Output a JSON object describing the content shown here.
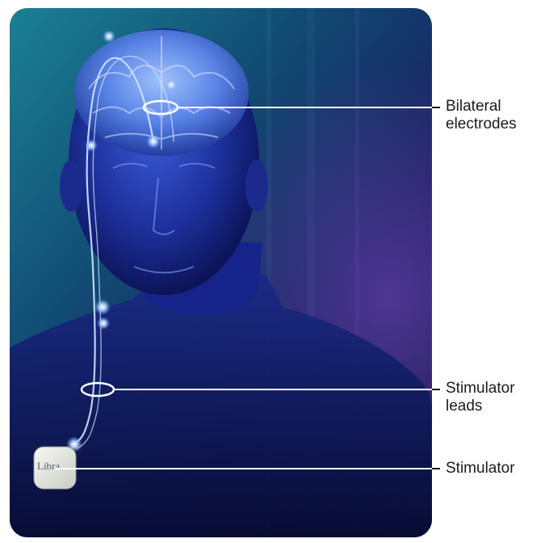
{
  "labels": {
    "electrodes_line1": "Bilateral",
    "electrodes_line2": "electrodes",
    "leads_line1": "Stimulator",
    "leads_line2": "leads",
    "stimulator": "Stimulator"
  },
  "device": {
    "brand": "Libra"
  },
  "colors": {
    "background_teal": "#1c6f86",
    "background_navy": "#0b1446",
    "background_violet": "#3c2a7c",
    "figure_glow": "#4d7dff",
    "callout_line": "#ffffff",
    "lead_glow": "#cfe6ff"
  }
}
